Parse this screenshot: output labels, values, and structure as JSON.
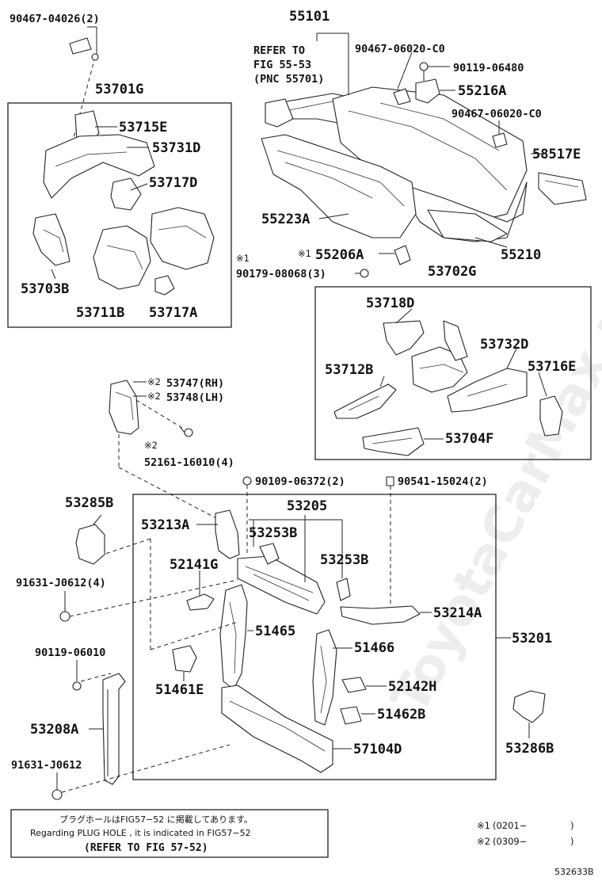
{
  "labels": {
    "p55101": "55101",
    "ref5553_l1": "REFER TO",
    "ref5553_l2": "FIG 55-53",
    "ref5553_l3": "(PNC 55701)",
    "p90467_06020_a": "90467-06020-C0",
    "p90119_06480": "90119-06480",
    "p55216A": "55216A",
    "p90467_06020_b": "90467-06020-C0",
    "p58517E": "58517E",
    "p55223A": "55223A",
    "p55206A": "55206A",
    "p55210": "55210",
    "p90467_04026": "90467-04026(2)",
    "p53701G": "53701G",
    "p53715E": "53715E",
    "p53731D": "53731D",
    "p53717D": "53717D",
    "p53703B": "53703B",
    "p53711B": "53711B",
    "p53717A": "53717A",
    "p90179": "90179-08068(3)",
    "p53702G": "53702G",
    "p53718D": "53718D",
    "p53732D": "53732D",
    "p53712B": "53712B",
    "p53716E": "53716E",
    "p53704F": "53704F",
    "p53747": "53747(RH)",
    "p53748": "53748(LH)",
    "p52161": "52161-16010(4)",
    "p90109": "90109-06372(2)",
    "p90541": "90541-15024(2)",
    "p53285B": "53285B",
    "p53205": "53205",
    "p53213A": "53213A",
    "p53253B_a": "53253B",
    "p52141G": "52141G",
    "p53253B_b": "53253B",
    "p91631_a": "91631-J0612(4)",
    "p53214A": "53214A",
    "p51465": "51465",
    "p53201": "53201",
    "p90119_06010": "90119-06010",
    "p51466": "51466",
    "p51461E": "51461E",
    "p52142H": "52142H",
    "p53208A": "53208A",
    "p51462B": "51462B",
    "p57104D": "57104D",
    "p53286B": "53286B",
    "p91631_b": "91631-J0612"
  },
  "marks": {
    "m1": "※1",
    "m2": "※2"
  },
  "note": {
    "jp": "プラグホールはFIG57−52 に掲載してあります。",
    "en": "Regarding PLUG HOLE , it is indicated in FIG57−52",
    "ref": "(REFER TO FIG 57-52)"
  },
  "footnotes": {
    "f1_mark": "※1",
    "f1_text": "(0201−",
    "f1_close": ")",
    "f2_mark": "※2",
    "f2_text": "(0309−",
    "f2_close": ")"
  },
  "code": "532633B",
  "watermark": "ToyotaCarMax.ru"
}
